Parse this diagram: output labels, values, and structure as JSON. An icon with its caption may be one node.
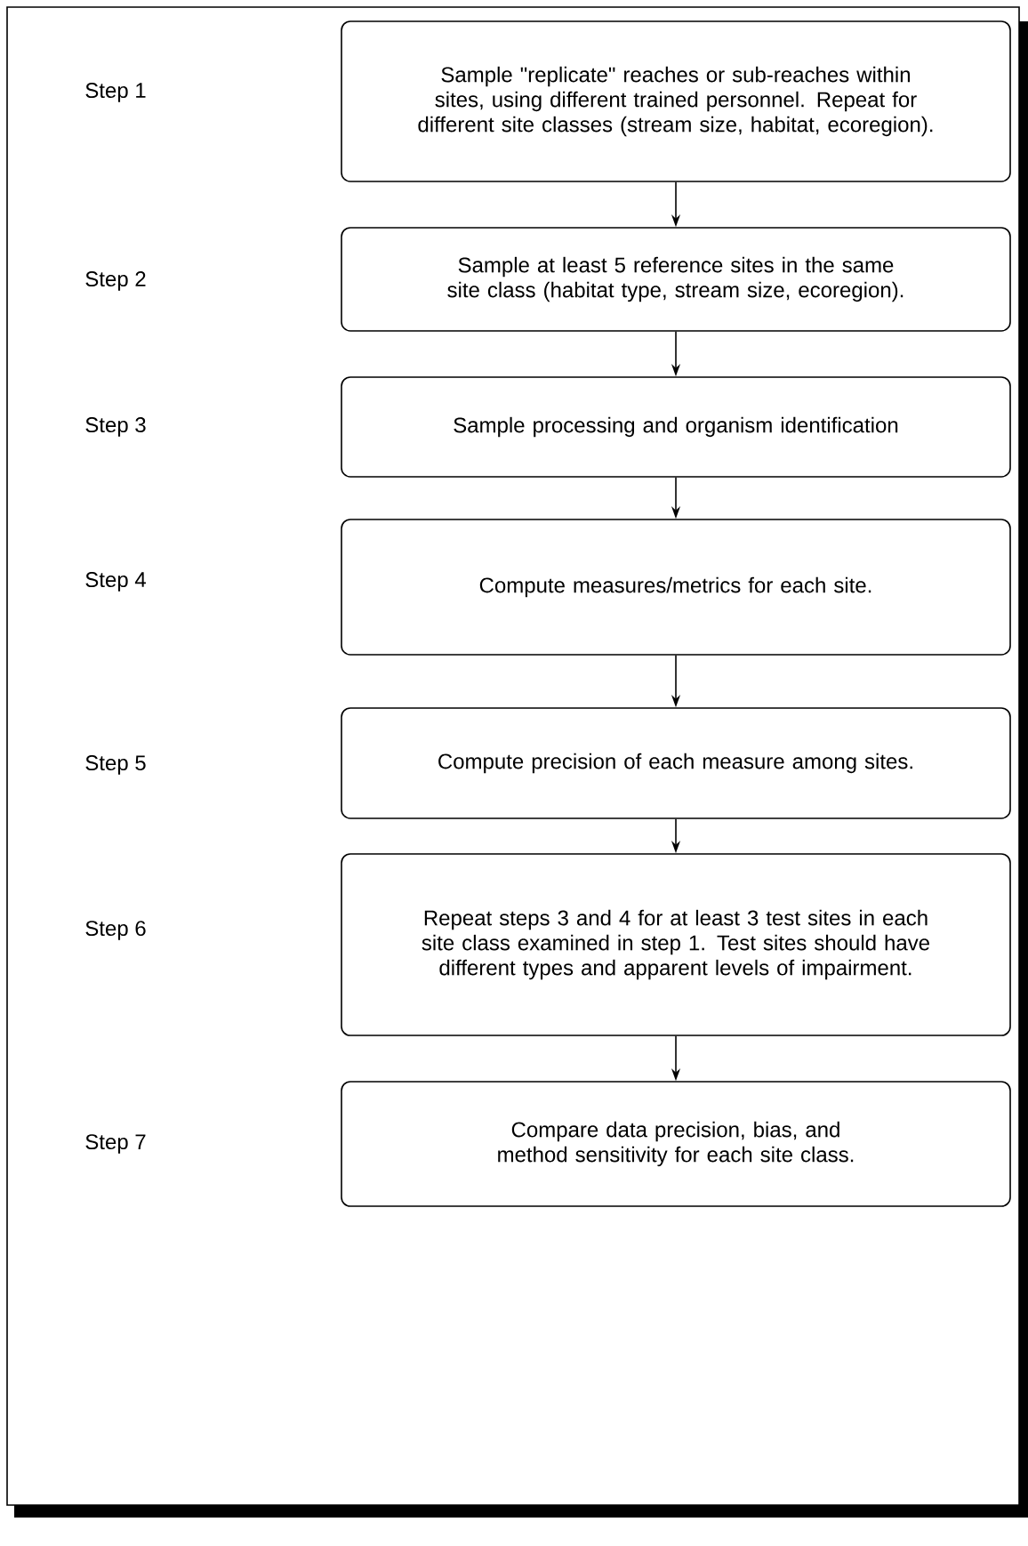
{
  "diagram": {
    "nodes": [
      {
        "text": [
          "Sample \"replicate\" reaches or sub-reaches within sites, using different trained personnel. Repeat for different site classes (stream size, habitat, ecoregion)."
        ]
      },
      {
        "text": [
          "Sample at least 5 reference sites in the same site class (habitat type, stream size, ecoregion)."
        ]
      },
      {
        "text": [
          "Sample processing and organism identification"
        ]
      },
      {
        "text": [
          "Compute measures/metrics for each site."
        ]
      },
      {
        "text": [
          "Compute precision of each measure among sites."
        ]
      },
      {
        "text": [
          "Repeat steps 3 and 4 for at least 3 test sites in each site class examined in step 1. Test sites should have different types and apparent levels of impairment."
        ]
      },
      {
        "text": [
          "Compare data precision, bias, and method sensitivity for each site class."
        ]
      }
    ],
    "edges": [
      {
        "from": 0,
        "to": 1,
        "arrow": "to"
      },
      {
        "from": 1,
        "to": 2,
        "arrow": "to"
      },
      {
        "from": 2,
        "to": 3,
        "arrow": "to"
      },
      {
        "from": 3,
        "to": 4,
        "arrow": "to"
      },
      {
        "from": 4,
        "to": 5,
        "arrow": "to"
      },
      {
        "from": 5,
        "to": 6,
        "arrow": "to"
      }
    ],
    "labels": [
      "Step 1",
      "Step 2",
      "Step 3",
      "Step 4",
      "Step 5",
      "Step 6",
      "Step 7"
    ]
  }
}
